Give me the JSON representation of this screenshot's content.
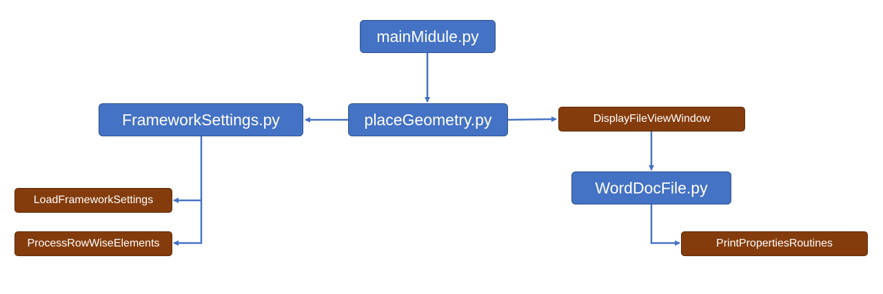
{
  "colors": {
    "module": "#4472c4",
    "routine": "#843c0c",
    "connector": "#4472c4"
  },
  "nodes": {
    "main": "mainMidule.py",
    "place_geometry": "placeGeometry.py",
    "framework_settings": "FrameworkSettings.py",
    "display_file_view": "DisplayFileViewWindow",
    "load_framework_settings": "LoadFrameworkSettings",
    "process_row_wise": "ProcessRowWiseElements",
    "word_doc_file": "WordDocFile.py",
    "print_properties": "PrintPropertiesRoutines"
  },
  "edges": [
    {
      "from": "main",
      "to": "place_geometry"
    },
    {
      "from": "place_geometry",
      "to": "framework_settings"
    },
    {
      "from": "place_geometry",
      "to": "display_file_view"
    },
    {
      "from": "framework_settings",
      "to": "load_framework_settings"
    },
    {
      "from": "framework_settings",
      "to": "process_row_wise"
    },
    {
      "from": "display_file_view",
      "to": "word_doc_file"
    },
    {
      "from": "word_doc_file",
      "to": "print_properties"
    }
  ]
}
